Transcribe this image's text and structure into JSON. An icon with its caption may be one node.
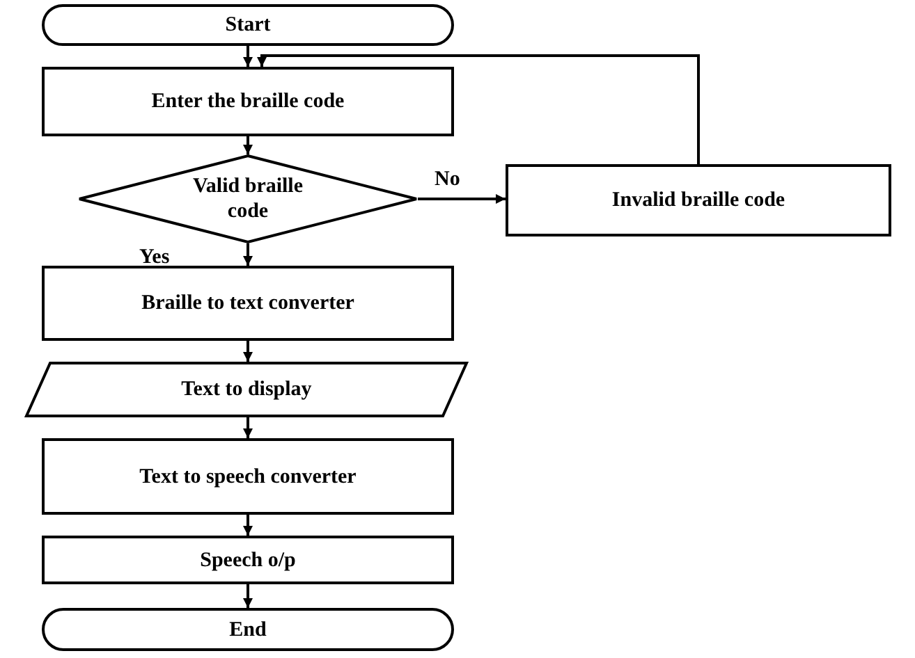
{
  "diagram": {
    "nodes": [
      {
        "text": [
          "Start"
        ]
      },
      {
        "text": [
          "Enter the braille code"
        ]
      },
      {
        "text": [
          "Valid braille code"
        ]
      },
      {
        "text": [
          "Invalid braille code"
        ]
      },
      {
        "text": [
          "Braille to text converter"
        ]
      },
      {
        "text": [
          "Text to display"
        ]
      },
      {
        "text": [
          "Text to speech converter"
        ]
      },
      {
        "text": [
          "Speech o/p"
        ]
      },
      {
        "text": [
          "End"
        ]
      }
    ],
    "edges": [
      {
        "from": 0,
        "to": 1,
        "arrow": "to"
      },
      {
        "from": 1,
        "to": 2,
        "arrow": "to"
      },
      {
        "from": 2,
        "to": 3,
        "arrow": "to",
        "label": "No"
      },
      {
        "from": 3,
        "to": 1,
        "arrow": "to"
      },
      {
        "from": 2,
        "to": 4,
        "arrow": "to",
        "label": "Yes"
      },
      {
        "from": 4,
        "to": 5,
        "arrow": "to"
      },
      {
        "from": 5,
        "to": 6,
        "arrow": "to"
      },
      {
        "from": 6,
        "to": 7,
        "arrow": "to"
      },
      {
        "from": 7,
        "to": 8,
        "arrow": "to"
      }
    ]
  }
}
